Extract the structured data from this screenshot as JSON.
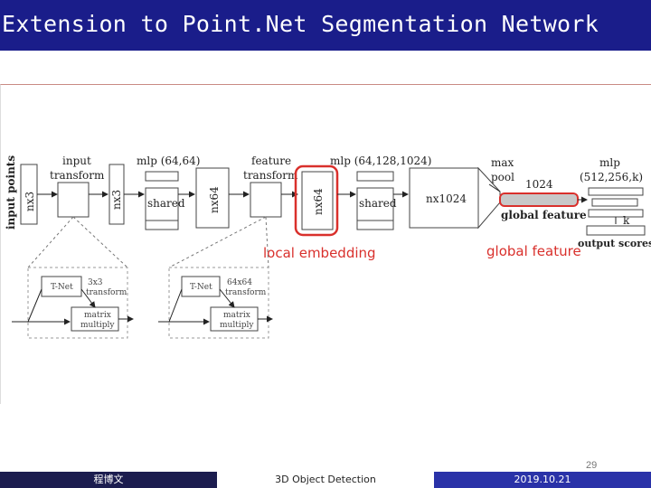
{
  "slide": {
    "title": "Extension to Point.Net Segmentation Network",
    "page_number": "29"
  },
  "diagram": {
    "input_points": "input points",
    "nx3_a": "nx3",
    "nx3_b": "nx3",
    "nx64_a": "nx64",
    "nx64_b": "nx64",
    "nx1024": "nx1024",
    "input_transform_1": "input",
    "input_transform_2": "transform",
    "mlp_64": "mlp (64,64)",
    "shared_1": "shared",
    "feature_transform_1": "feature",
    "feature_transform_2": "transform",
    "mlp_1024": "mlp (64,128,1024)",
    "shared_2": "shared",
    "max_pool_1": "max",
    "max_pool_2": "pool",
    "n1024": "1024",
    "global_feature_small": "global feature",
    "mlp_k_1": "mlp",
    "mlp_k_2": "(512,256,k)",
    "k": "k",
    "output_scores": "output scores",
    "local_embedding": "local embedding",
    "global_feature_red": "global feature",
    "tnet_a": "T-Net",
    "tnet_a_transform_1": "3x3",
    "tnet_a_transform_2": "transform",
    "matrix_multiply_a_1": "matrix",
    "matrix_multiply_a_2": "multiply",
    "tnet_b": "T-Net",
    "tnet_b_transform_1": "64x64",
    "tnet_b_transform_2": "transform",
    "matrix_multiply_b_1": "matrix",
    "matrix_multiply_b_2": "multiply"
  },
  "footer": {
    "author": "程博文",
    "course": "3D Object Detection",
    "date": "2019.10.21"
  },
  "colors": {
    "title_bar": "#1a1d8a",
    "highlight_red": "#d9302c",
    "footer_dark": "#1c1d4f",
    "footer_blue": "#2a32a8"
  }
}
